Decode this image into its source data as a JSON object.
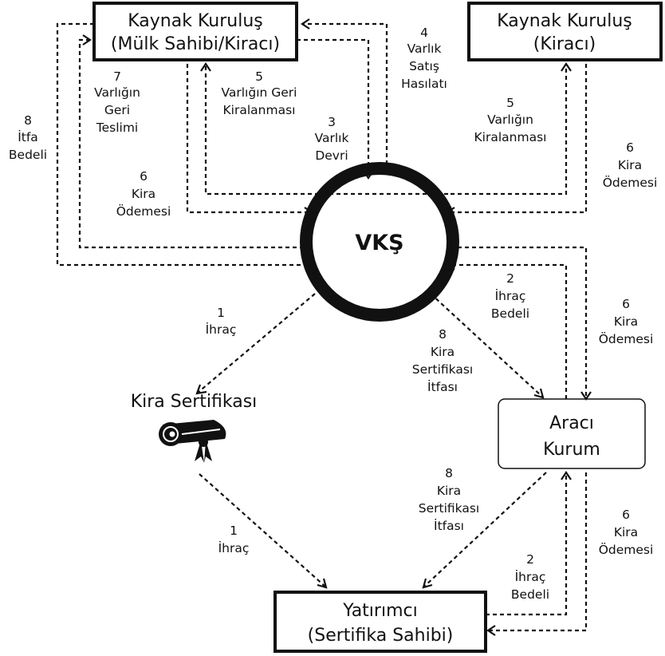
{
  "diagram": {
    "title": "",
    "hub": "VKŞ",
    "nodes": {
      "originator_owner": [
        "Kaynak Kuruluş",
        "(Mülk Sahibi/Kiracı)"
      ],
      "originator_tenant": [
        "Kaynak Kuruluş",
        "(Kiracı)"
      ],
      "intermediary": [
        "Aracı",
        "Kurum"
      ],
      "investor": [
        "Yatırımcı",
        "(Sertifika Sahibi)"
      ],
      "certificate": "Kira Sertifikası"
    },
    "flows": [
      {
        "step": "4",
        "text": [
          "Varlık",
          "Satış",
          "Hasılatı"
        ],
        "from": "VKŞ",
        "to": "Kaynak Kuruluş (Mülk Sahibi/Kiracı)"
      },
      {
        "step": "7",
        "text": [
          "Varlığın",
          "Geri",
          "Teslimi"
        ],
        "from": "VKŞ",
        "to": "Kaynak Kuruluş (Mülk Sahibi/Kiracı)"
      },
      {
        "step": "5",
        "text": [
          "Varlığın Geri",
          "Kiralanması"
        ],
        "from": "VKŞ",
        "to": "Kaynak Kuruluş (Mülk Sahibi/Kiracı)"
      },
      {
        "step": "3",
        "text": [
          "Varlık",
          "Devri"
        ],
        "from": "Kaynak Kuruluş (Mülk Sahibi/Kiracı)",
        "to": "VKŞ"
      },
      {
        "step": "8",
        "text": [
          "İtfa",
          "Bedeli"
        ],
        "from": "VKŞ",
        "to": "Kaynak Kuruluş (Mülk Sahibi/Kiracı)"
      },
      {
        "step": "6",
        "text": [
          "Kira",
          "Ödemesi"
        ],
        "from": "Kaynak Kuruluş (Mülk Sahibi/Kiracı)",
        "to": "VKŞ"
      },
      {
        "step": "5",
        "text": [
          "Varlığın",
          "Kiralanması"
        ],
        "from": "VKŞ",
        "to": "Kaynak Kuruluş (Kiracı)"
      },
      {
        "step": "6",
        "text": [
          "Kira",
          "Ödemesi"
        ],
        "from": "Kaynak Kuruluş (Kiracı)",
        "to": "VKŞ"
      },
      {
        "step": "2",
        "text": [
          "İhraç",
          "Bedeli"
        ],
        "from": "Aracı Kurum",
        "to": "VKŞ"
      },
      {
        "step": "6",
        "text": [
          "Kira",
          "Ödemesi"
        ],
        "from": "VKŞ",
        "to": "Aracı Kurum"
      },
      {
        "step": "8",
        "text": [
          "Kira",
          "Sertifikası",
          "İtfası"
        ],
        "from": "VKŞ",
        "to": "Aracı Kurum"
      },
      {
        "step": "1",
        "text": [
          "İhraç"
        ],
        "from": "VKŞ",
        "to": "Kira Sertifikası"
      },
      {
        "step": "1",
        "text": [
          "İhraç"
        ],
        "from": "Kira Sertifikası",
        "to": "Yatırımcı (Sertifika Sahibi)"
      },
      {
        "step": "8",
        "text": [
          "Kira",
          "Sertifikası",
          "İtfası"
        ],
        "from": "Aracı Kurum",
        "to": "Yatırımcı (Sertifika Sahibi)"
      },
      {
        "step": "2",
        "text": [
          "İhraç",
          "Bedeli"
        ],
        "from": "Yatırımcı (Sertifika Sahibi)",
        "to": "Aracı Kurum"
      },
      {
        "step": "6",
        "text": [
          "Kira",
          "Ödemesi"
        ],
        "from": "Aracı Kurum",
        "to": "Yatırımcı (Sertifika Sahibi)"
      }
    ]
  }
}
